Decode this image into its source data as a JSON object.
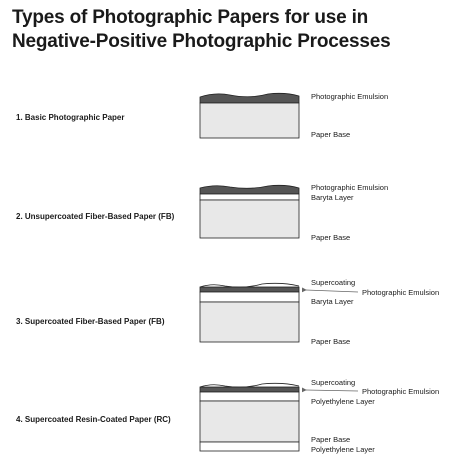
{
  "title": {
    "line1": "Types of Photographic Papers for use in",
    "line2": "Negative-Positive Photographic Processes"
  },
  "papers": [
    {
      "label": "1. Basic Photographic Paper",
      "annotations": [
        "Photographic Emulsion",
        "Paper Base"
      ]
    },
    {
      "label": "2. Unsupercoated Fiber-Based Paper (FB)",
      "annotations": [
        "Photographic Emulsion",
        "Baryta Layer",
        "Paper Base"
      ]
    },
    {
      "label": "3. Supercoated Fiber-Based Paper (FB)",
      "annotations": [
        "Supercoating",
        "Photographic Emulsion",
        "Baryta Layer",
        "Paper Base"
      ]
    },
    {
      "label": "4. Supercoated Resin-Coated Paper (RC)",
      "annotations": [
        "Supercoating",
        "Photographic Emulsion",
        "Polyethylene Layer",
        "Paper Base",
        "Polyethylene Layer"
      ]
    }
  ],
  "colors": {
    "emulsion": "#555555",
    "base": "#e8e8e8",
    "outline": "#222222",
    "arrow": "#666666"
  }
}
